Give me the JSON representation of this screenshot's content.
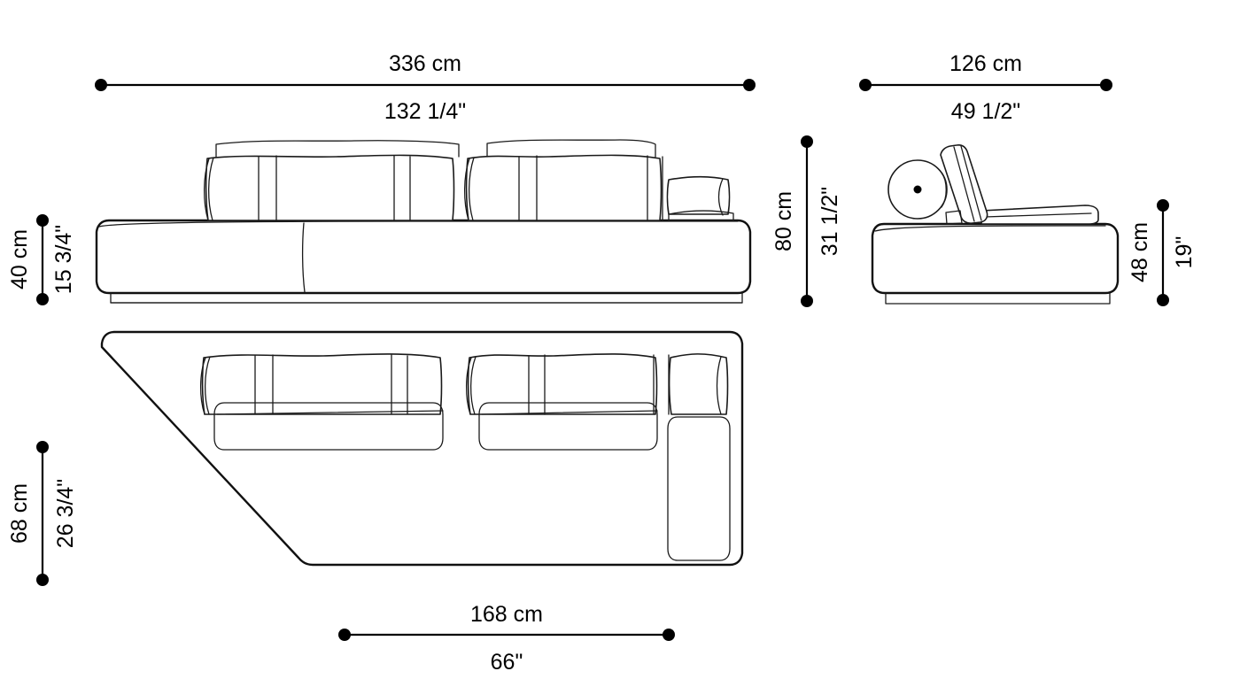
{
  "drawing": {
    "title": "Sofa technical dimension drawing",
    "line_color": "#1a1a1a",
    "background_color": "#ffffff",
    "text_color": "#000000"
  },
  "dimensions": {
    "overall_width": {
      "metric": "336 cm",
      "imperial": "132 1/4\""
    },
    "overall_depth": {
      "metric": "126 cm",
      "imperial": "49 1/2\""
    },
    "seat_height": {
      "metric": "40 cm",
      "imperial": "15 3/4\""
    },
    "total_height": {
      "metric": "80 cm",
      "imperial": "31 1/2\""
    },
    "back_height": {
      "metric": "48 cm",
      "imperial": "19\""
    },
    "seat_depth": {
      "metric": "68 cm",
      "imperial": "26 3/4\""
    },
    "chaise_width": {
      "metric": "168 cm",
      "imperial": "66\""
    }
  },
  "views": {
    "front_elevation": "front-elevation-view",
    "side_elevation": "side-elevation-view",
    "plan": "plan-view"
  }
}
